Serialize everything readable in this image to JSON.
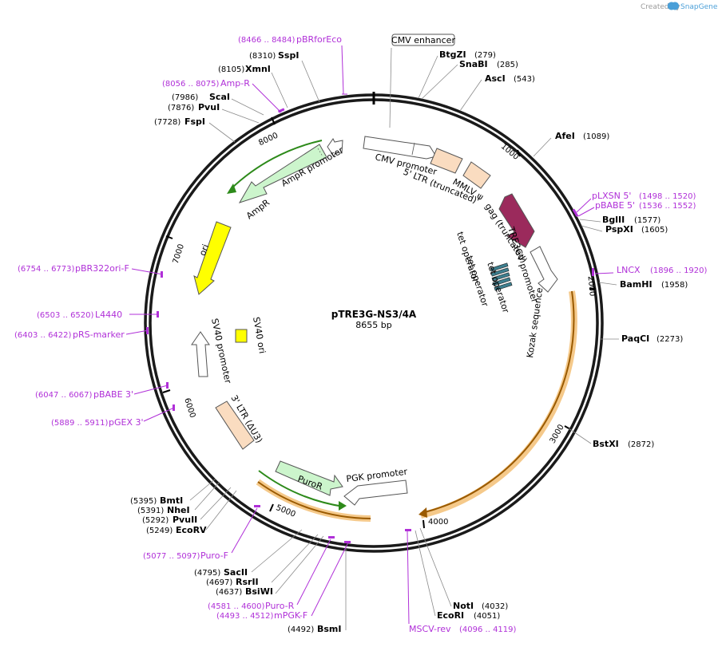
{
  "credit": {
    "prefix": "Created by",
    "brand": "SnapGene"
  },
  "plasmid": {
    "name": "pTRE3G-NS3/4A",
    "length": "8655 bp"
  },
  "ticks": [
    "1000",
    "2000",
    "3000",
    "4000",
    "5000",
    "6000",
    "7000",
    "8000"
  ],
  "enzymes": [
    {
      "name": "SspI",
      "pos": "(8310)"
    },
    {
      "name": "XmnI",
      "pos": "(8105)"
    },
    {
      "name": "ScaI",
      "pos": "(7986)"
    },
    {
      "name": "PvuI",
      "pos": "(7876)"
    },
    {
      "name": "FspI",
      "pos": "(7728)"
    },
    {
      "name": "BtgZI",
      "pos": "(279)"
    },
    {
      "name": "SnaBI",
      "pos": "(285)"
    },
    {
      "name": "AscI",
      "pos": "(543)"
    },
    {
      "name": "AfeI",
      "pos": "(1089)"
    },
    {
      "name": "BglII",
      "pos": "(1577)"
    },
    {
      "name": "PspXI",
      "pos": "(1605)"
    },
    {
      "name": "BamHI",
      "pos": "(1958)"
    },
    {
      "name": "PaqCI",
      "pos": "(2273)"
    },
    {
      "name": "BstXI",
      "pos": "(2872)"
    },
    {
      "name": "NotI",
      "pos": "(4032)"
    },
    {
      "name": "EcoRI",
      "pos": "(4051)"
    },
    {
      "name": "BsmI",
      "pos": "(4492)"
    },
    {
      "name": "BsiWI",
      "pos": "(4637)"
    },
    {
      "name": "RsrII",
      "pos": "(4697)"
    },
    {
      "name": "SacII",
      "pos": "(4795)"
    },
    {
      "name": "EcoRV",
      "pos": "(5249)"
    },
    {
      "name": "PvuII",
      "pos": "(5292)"
    },
    {
      "name": "NheI",
      "pos": "(5391)"
    },
    {
      "name": "BmtI",
      "pos": "(5395)"
    }
  ],
  "primers": [
    {
      "name": "pBRforEco",
      "pos": "(8466 .. 8484)"
    },
    {
      "name": "Amp-R",
      "pos": "(8056 .. 8075)"
    },
    {
      "name": "pLXSN 5'",
      "pos": "(1498 .. 1520)"
    },
    {
      "name": "pBABE 5'",
      "pos": "(1536 .. 1552)"
    },
    {
      "name": "LNCX",
      "pos": "(1896 .. 1920)"
    },
    {
      "name": "pBR322ori-F",
      "pos": "(6754 .. 6773)"
    },
    {
      "name": "L4440",
      "pos": "(6503 .. 6520)"
    },
    {
      "name": "pRS-marker",
      "pos": "(6403 .. 6422)"
    },
    {
      "name": "pBABE 3'",
      "pos": "(6047 .. 6067)"
    },
    {
      "name": "pGEX 3'",
      "pos": "(5889 .. 5911)"
    },
    {
      "name": "Puro-F",
      "pos": "(5077 .. 5097)"
    },
    {
      "name": "Puro-R",
      "pos": "(4581 .. 4600)"
    },
    {
      "name": "mPGK-F",
      "pos": "(4493 .. 4512)"
    },
    {
      "name": "MSCV-rev",
      "pos": "(4096 .. 4119)"
    }
  ],
  "features": {
    "cmv_enhancer": "CMV enhancer",
    "cmv_promoter": "CMV promoter",
    "ltr5": "5' LTR (truncated)",
    "mmlv": "MMLV ψ",
    "gag": "gag (truncated)",
    "tre3gv": "TRE3GV promoter",
    "tet1": "tet operator",
    "tet2": "tet operator",
    "tet3": "tet operator",
    "kozak": "Kozak sequence",
    "ampr_promoter": "AmpR promoter",
    "ampr": "AmpR",
    "ori": "ori",
    "sv40_ori": "SV40 ori",
    "sv40_promoter": "SV40 promoter",
    "ltr3": "3' LTR (ΔU3)",
    "puror": "PuroR",
    "pgk": "PGK promoter"
  },
  "colors": {
    "backbone": "#1a1a1a",
    "primer": "#b030d8",
    "promoter_fill": "#ffffff",
    "ltr_fill": "#fadcc0",
    "gag_fill": "#9b2a5c",
    "green_fill": "#ccf5cc",
    "ori_fill": "#ffff00",
    "tet_fill": "#3d7f8f",
    "orange_glow": "#f5c98a"
  }
}
